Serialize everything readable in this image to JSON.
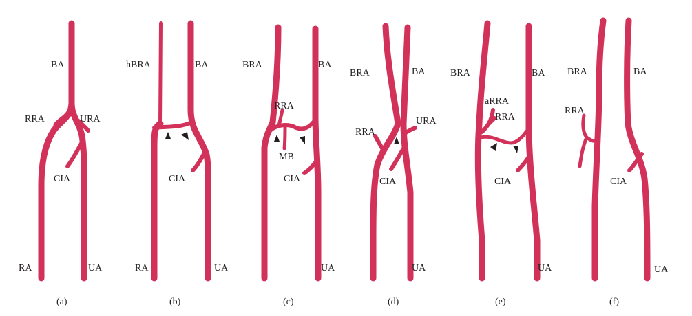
{
  "colors": {
    "vessel": "#d2325a",
    "text": "#231f20",
    "background": "#ffffff"
  },
  "panels": [
    {
      "caption": "(a)",
      "labels": {
        "BA": "BA",
        "RRA": "RRA",
        "URA": "URA",
        "CIA": "CIA",
        "RA": "RA",
        "UA": "UA"
      }
    },
    {
      "caption": "(b)",
      "labels": {
        "hBRA": "hBRA",
        "BA": "BA",
        "CIA": "CIA",
        "RA": "RA",
        "UA": "UA"
      }
    },
    {
      "caption": "(c)",
      "labels": {
        "BRA": "BRA",
        "BA": "BA",
        "RRA": "RRA",
        "MB": "MB",
        "CIA": "CIA",
        "UA": "UA"
      }
    },
    {
      "caption": "(d)",
      "labels": {
        "BRA": "BRA",
        "BA": "BA",
        "RRA": "RRA",
        "URA": "URA",
        "CIA": "CIA",
        "UA": "UA"
      }
    },
    {
      "caption": "(e)",
      "labels": {
        "BRA": "BRA",
        "BA": "BA",
        "aRRA": "aRRA",
        "RRA": "RRA",
        "CIA": "CIA",
        "UA": "UA"
      }
    },
    {
      "caption": "(f)",
      "labels": {
        "BRA": "BRA",
        "BA": "BA",
        "RRA": "RRA",
        "CIA": "CIA",
        "UA": "UA"
      }
    }
  ]
}
